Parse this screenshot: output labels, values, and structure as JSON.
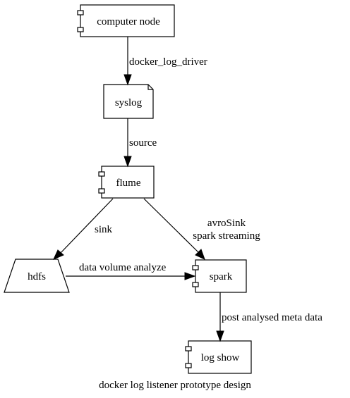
{
  "diagram": {
    "caption": "docker log listener prototype design",
    "nodes": {
      "computer_node": "computer node",
      "syslog": "syslog",
      "flume": "flume",
      "hdfs": "hdfs",
      "spark": "spark",
      "log_show": "log show"
    },
    "edges": {
      "computer_to_syslog": "docker_log_driver",
      "syslog_to_flume": "source",
      "flume_to_hdfs": "sink",
      "flume_to_spark_line1": "avroSink",
      "flume_to_spark_line2": "spark streaming",
      "hdfs_to_spark": "data volume analyze",
      "spark_to_logshow": "post analysed meta data"
    }
  }
}
